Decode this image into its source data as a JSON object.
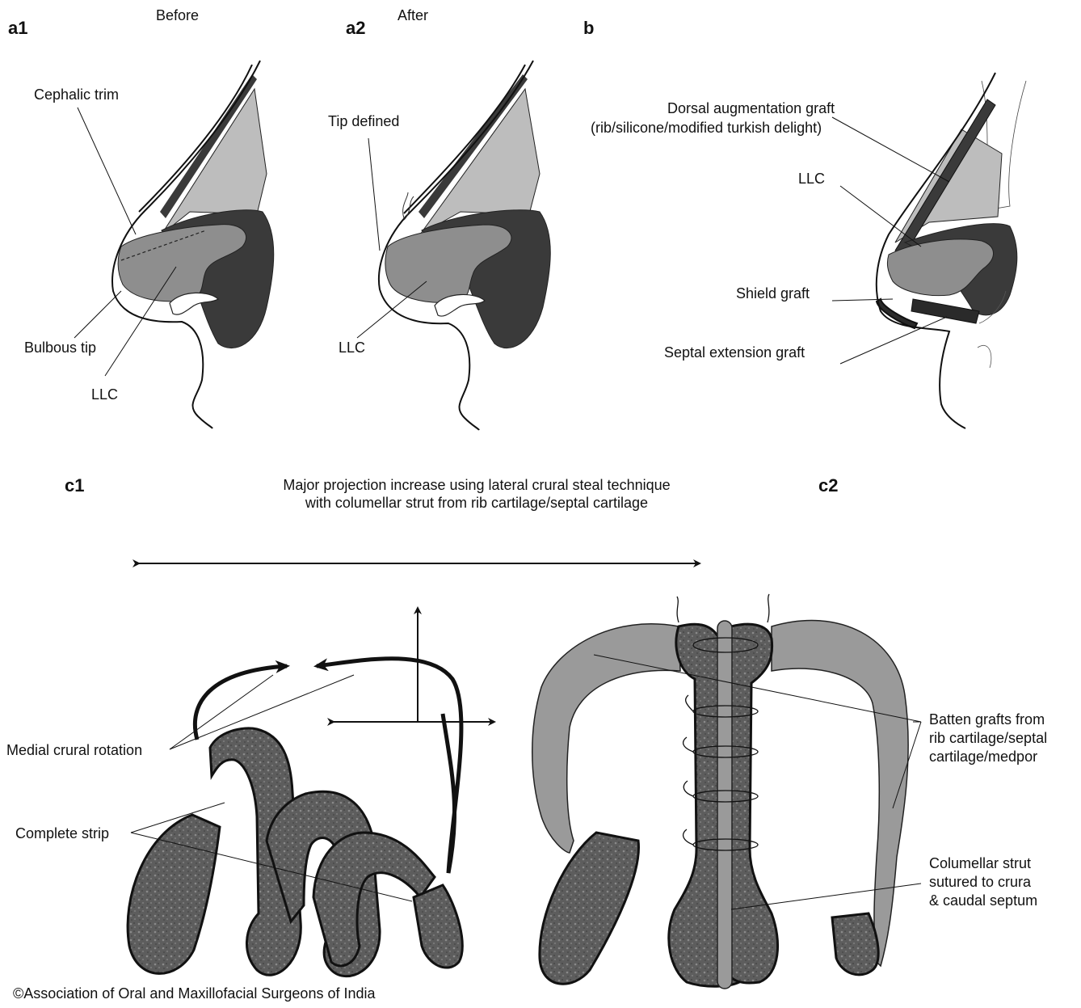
{
  "panels": {
    "a1": "a1",
    "a1_caption": "Before",
    "a2": "a2",
    "a2_caption": "After",
    "b": "b",
    "c1": "c1",
    "c2": "c2"
  },
  "labels": {
    "a1": {
      "cephalic_trim": "Cephalic trim",
      "bulbous_tip": "Bulbous tip",
      "llc": "LLC"
    },
    "a2": {
      "tip_defined": "Tip defined",
      "llc": "LLC"
    },
    "b": {
      "dorsal_line1": "Dorsal augmentation graft",
      "dorsal_line2": "(rib/silicone/modified turkish delight)",
      "llc": "LLC",
      "shield_graft": "Shield graft",
      "septal_extension": "Septal extension graft"
    },
    "c_title_line1": "Major projection increase using lateral crural steal technique",
    "c_title_line2": "with columellar strut from rib cartilage/septal cartilage",
    "c1": {
      "medial_crural_rotation": "Medial crural rotation",
      "complete_strip": "Complete strip"
    },
    "c2": {
      "batten_line1": "Batten grafts from",
      "batten_line2": "rib cartilage/septal",
      "batten_line3": "cartilage/medpor",
      "strut_line1": "Columellar strut",
      "strut_line2": "sutured to crura",
      "strut_line3": "& caudal septum"
    }
  },
  "copyright": "©Association of Oral and Maxillofacial Surgeons of India",
  "colors": {
    "light_cartilage": "#bdbdbd",
    "mid_cartilage": "#8e8e8e",
    "dark_tissue": "#3a3a3a",
    "graft_gray": "#9a9a9a",
    "speckled": "#5a5a5a"
  }
}
